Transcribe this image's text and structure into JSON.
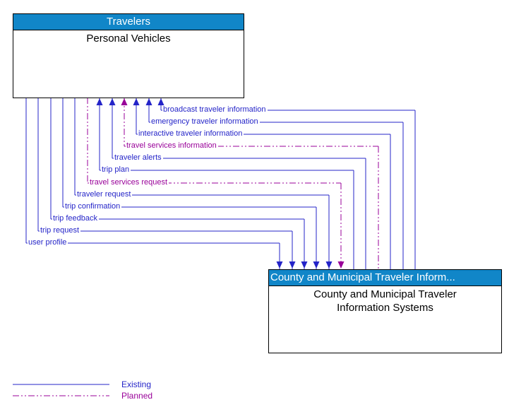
{
  "colors": {
    "existing": "#2424C8",
    "planned": "#990099",
    "box_header_bg": "#1186C8",
    "box_header_text": "#FFFFFF",
    "box_border": "#000000",
    "box_title_text": "#000000",
    "background": "#FFFFFF"
  },
  "boxes": {
    "top": {
      "header": "Travelers",
      "title": "Personal Vehicles"
    },
    "bottom": {
      "header": "County and Municipal Traveler Inform...",
      "title": "County and Municipal Traveler Information Systems"
    }
  },
  "flows": [
    {
      "label": "broadcast traveler information",
      "status": "existing",
      "direction": "to_personal_vehicles"
    },
    {
      "label": "emergency traveler information",
      "status": "existing",
      "direction": "to_personal_vehicles"
    },
    {
      "label": "interactive traveler information",
      "status": "existing",
      "direction": "to_personal_vehicles"
    },
    {
      "label": "travel services information",
      "status": "planned",
      "direction": "to_personal_vehicles"
    },
    {
      "label": "traveler alerts",
      "status": "existing",
      "direction": "to_personal_vehicles"
    },
    {
      "label": "trip plan",
      "status": "existing",
      "direction": "to_personal_vehicles"
    },
    {
      "label": "travel services request",
      "status": "planned",
      "direction": "to_county_systems"
    },
    {
      "label": "traveler request",
      "status": "existing",
      "direction": "to_county_systems"
    },
    {
      "label": "trip confirmation",
      "status": "existing",
      "direction": "to_county_systems"
    },
    {
      "label": "trip feedback",
      "status": "existing",
      "direction": "to_county_systems"
    },
    {
      "label": "trip request",
      "status": "existing",
      "direction": "to_county_systems"
    },
    {
      "label": "user profile",
      "status": "existing",
      "direction": "to_county_systems"
    }
  ],
  "legend": {
    "items": [
      {
        "label": "Existing",
        "status": "existing"
      },
      {
        "label": "Planned",
        "status": "planned"
      }
    ]
  }
}
